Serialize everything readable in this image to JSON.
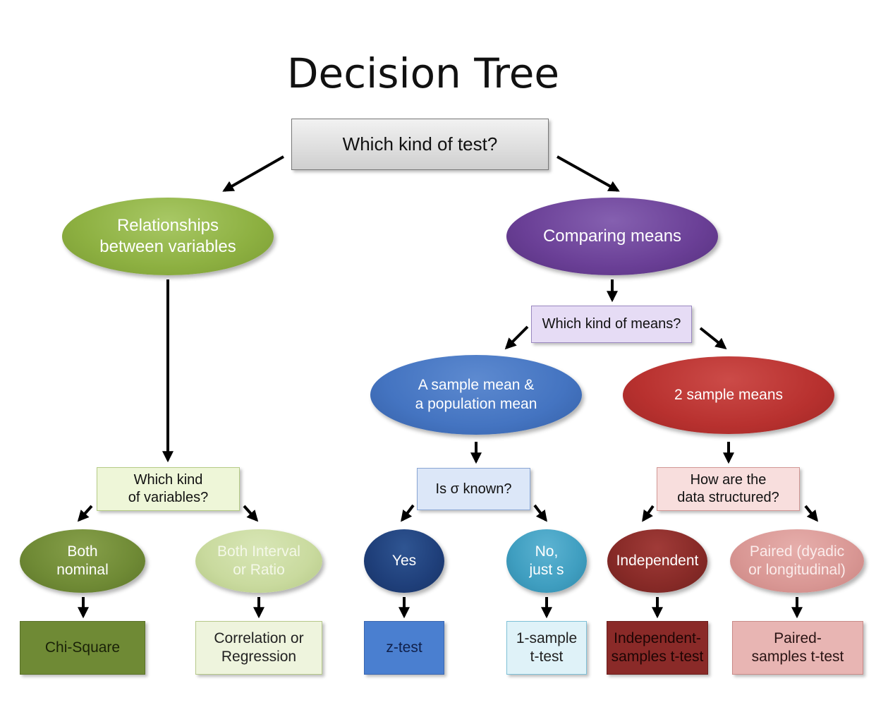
{
  "title": "Decision Tree",
  "root": "Which kind of test?",
  "branches": {
    "relationships": "Relationships\nbetween variables",
    "comparing": "Comparing means"
  },
  "questions": {
    "kind_of_means": "Which kind of means?",
    "kind_of_variables": "Which kind\nof variables?",
    "sigma_known": "Is σ known?",
    "data_structured": "How are the\ndata structured?"
  },
  "mean_types": {
    "sample_population": "A sample mean &\na population mean",
    "two_sample": "2 sample means"
  },
  "answers": {
    "both_nominal": "Both\nnominal",
    "interval_ratio": "Both Interval\nor Ratio",
    "yes": "Yes",
    "no_just_s": "No,\njust s",
    "independent": "Independent",
    "paired": "Paired (dyadic\nor longitudinal)"
  },
  "tests": {
    "chi_square": "Chi-Square",
    "correlation": "Correlation or\nRegression",
    "z_test": "z-test",
    "one_sample": "1-sample\nt-test",
    "independent_samples": "Independent-\nsamples t-test",
    "paired_samples": "Paired-\nsamples t-test"
  },
  "colors": {
    "green_dark": "#6f8a35",
    "green_mid": "#8db041",
    "green_light": "#c9da9e",
    "purple": "#6a3f96",
    "blue": "#4474c1",
    "navy": "#1f3f7a",
    "teal": "#3f9ec0",
    "red": "#b8312f",
    "maroon": "#872a27",
    "pink": "#d99794"
  }
}
